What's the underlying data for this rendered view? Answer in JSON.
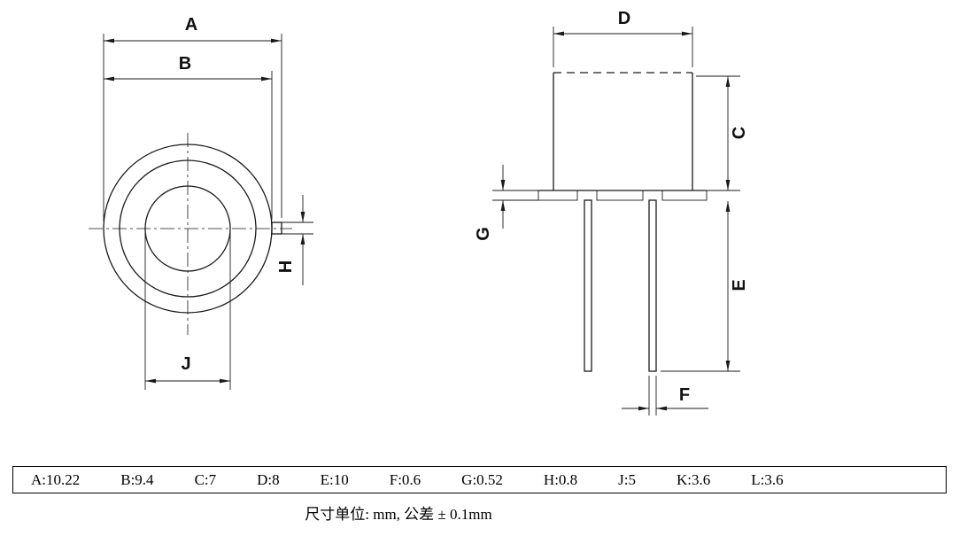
{
  "drawing": {
    "top_view": {
      "dim_labels": {
        "A": "A",
        "B": "B",
        "H": "H",
        "J": "J"
      }
    },
    "side_view": {
      "dim_labels": {
        "D": "D",
        "C": "C",
        "G": "G",
        "E": "E",
        "F": "F"
      }
    }
  },
  "spec_table": {
    "items": [
      "A:10.22",
      "B:9.4",
      "C:7",
      "D:8",
      "E:10",
      "F:0.6",
      "G:0.52",
      "H:0.8",
      "J:5",
      "K:3.6",
      "L:3.6"
    ]
  },
  "footer_note": "尺寸单位: mm, 公差 ± 0.1mm"
}
